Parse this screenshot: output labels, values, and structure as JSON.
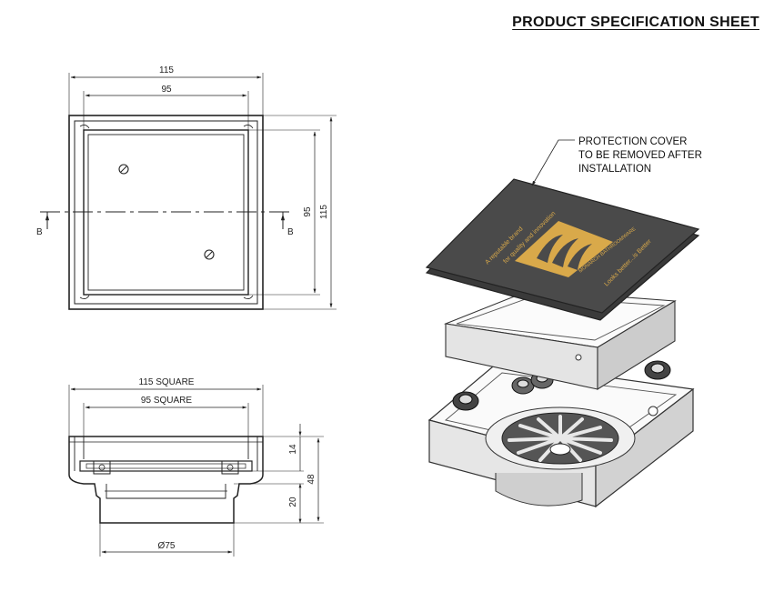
{
  "sheet": {
    "title": "PRODUCT SPECIFICATION SHEET"
  },
  "plan_view": {
    "outer_width": "115",
    "inner_width": "95",
    "inner_height": "95",
    "outer_height": "115",
    "section_left": "B",
    "section_right": "B"
  },
  "section_view": {
    "outer_label": "115 SQUARE",
    "inner_label": "95 SQUARE",
    "depth_top": "14",
    "depth_bottom": "20",
    "overall_height": "48",
    "outlet_diameter": "Ø75"
  },
  "isometric_view": {
    "callout_line1": "PROTECTION COVER",
    "callout_line2": "TO BE REMOVED AFTER",
    "callout_line3": "INSTALLATION",
    "cover_text_1": "A reputable brand",
    "cover_text_2": "for quality and innovation",
    "cover_text_3": "Looks better...is Better",
    "cover_brand": "MONARCH BATHROOMWARE",
    "logo_color": "#d9a94a",
    "cover_color": "#4a4a4a"
  }
}
